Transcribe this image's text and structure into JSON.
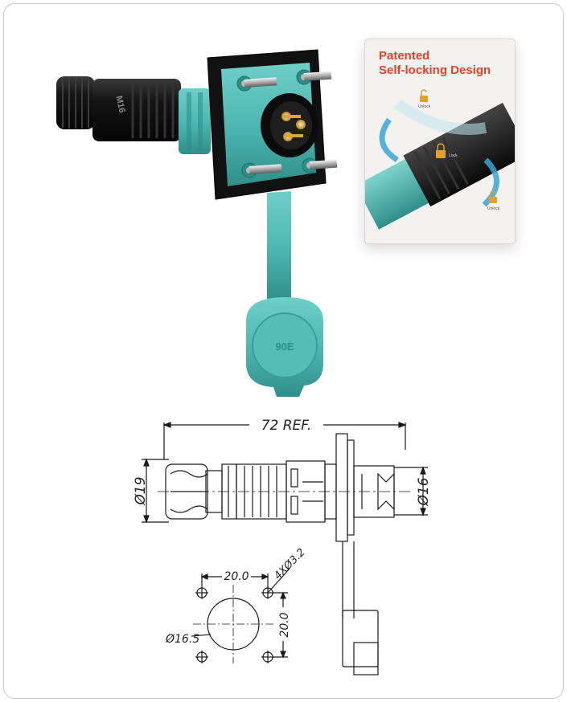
{
  "inset": {
    "title_line1": "Patented",
    "title_line2": "Self-locking Design",
    "lock_labels": [
      "Unlock",
      "Lock",
      "Unlock"
    ]
  },
  "product": {
    "body_marking": "M16",
    "cap_marking": "90È"
  },
  "drawing": {
    "overall_length": "72 REF.",
    "dia_body": "Ø19",
    "dia_thread": "Ø16",
    "hole_spacing_x": "20.0",
    "hole_spacing_y": "20.0",
    "holes": "4XØ3.2",
    "panel_cutout": "Ø16.5"
  },
  "colors": {
    "teal": "#4fb7b1",
    "teal_dark": "#2f8f8a",
    "black": "#1c1c1c",
    "accent_red": "#e4402b",
    "lock_gold": "#e1a12a"
  }
}
